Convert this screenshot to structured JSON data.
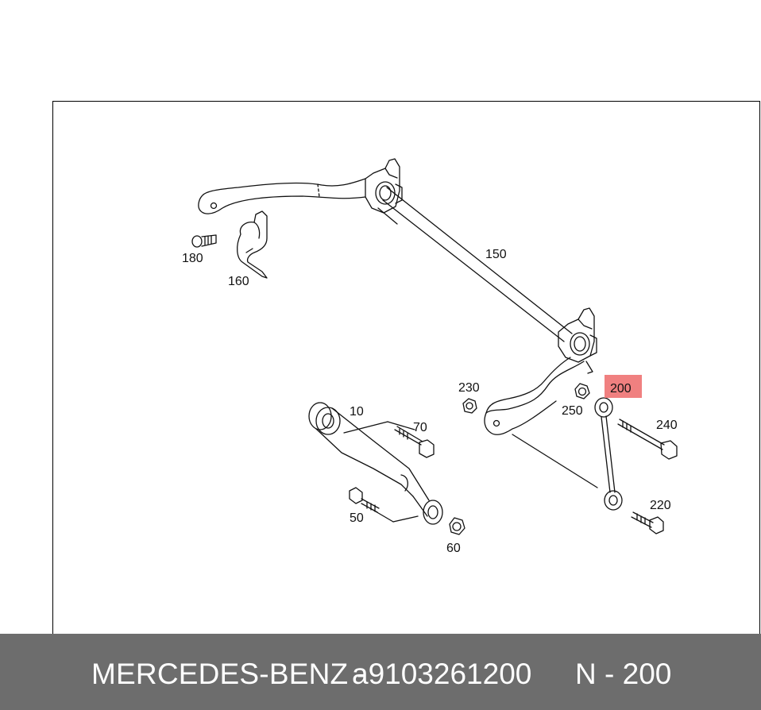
{
  "diagram": {
    "callouts": {
      "c10": "10",
      "c50": "50",
      "c60": "60",
      "c70": "70",
      "c150": "150",
      "c160": "160",
      "c180": "180",
      "c200": "200",
      "c220": "220",
      "c230": "230",
      "c240": "240",
      "c250": "250"
    },
    "highlight_color": "#f08080"
  },
  "footer": {
    "brand": "MERCEDES-BENZ",
    "separator": "-",
    "part_number": "a9103261200",
    "ref_prefix": "N",
    "ref_number": "200"
  }
}
